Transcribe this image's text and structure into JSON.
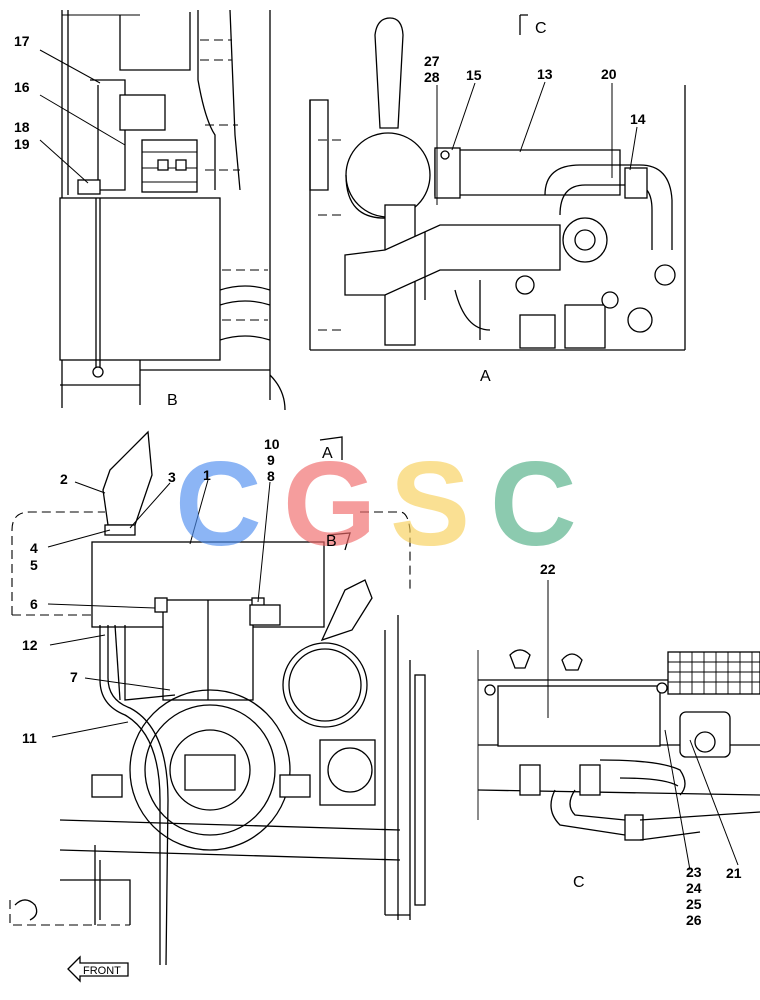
{
  "views": {
    "a": "A",
    "b": "B",
    "c": "C",
    "marker_c": "C",
    "marker_a": "A",
    "marker_b": "B"
  },
  "callouts": {
    "p1": "1",
    "p2": "2",
    "p3": "3",
    "p4": "4",
    "p5": "5",
    "p6": "6",
    "p7": "7",
    "p8": "8",
    "p9": "9",
    "p10": "10",
    "p11": "11",
    "p12": "12",
    "p13": "13",
    "p14": "14",
    "p15": "15",
    "p16": "16",
    "p17": "17",
    "p18": "18",
    "p19": "19",
    "p20": "20",
    "p21": "21",
    "p22": "22",
    "p23": "23",
    "p24": "24",
    "p25": "25",
    "p26": "26",
    "p27": "27",
    "p28": "28"
  },
  "direction_label": "FRONT",
  "watermark": {
    "letters": [
      "C",
      "G",
      "S",
      "C"
    ],
    "colors": [
      "#4f8ff0",
      "#f06a6a",
      "#f8d05a",
      "#4fae85"
    ]
  }
}
